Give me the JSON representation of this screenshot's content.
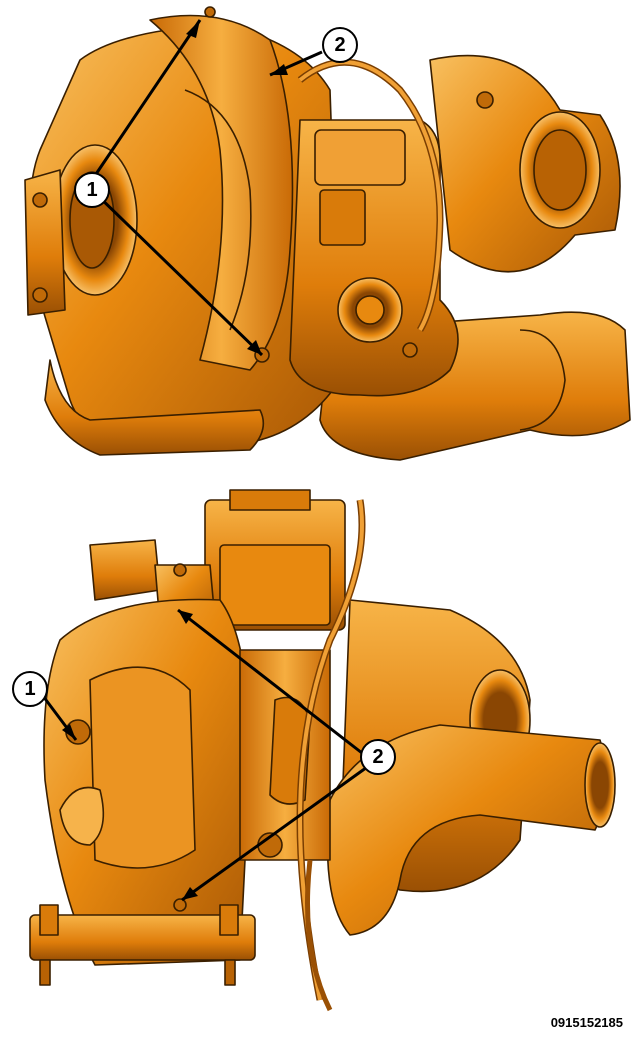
{
  "figure_id": "0915152185",
  "colors": {
    "metal": "#e8890f",
    "metal_light": "#f6b34b",
    "metal_dark": "#a95a05",
    "outline": "#3a1f00",
    "callout_fill": "#ffffff",
    "callout_stroke": "#000000"
  },
  "top_view": {
    "callouts": [
      {
        "label": "1"
      },
      {
        "label": "2"
      }
    ]
  },
  "bottom_view": {
    "callouts": [
      {
        "label": "1"
      },
      {
        "label": "2"
      }
    ]
  }
}
